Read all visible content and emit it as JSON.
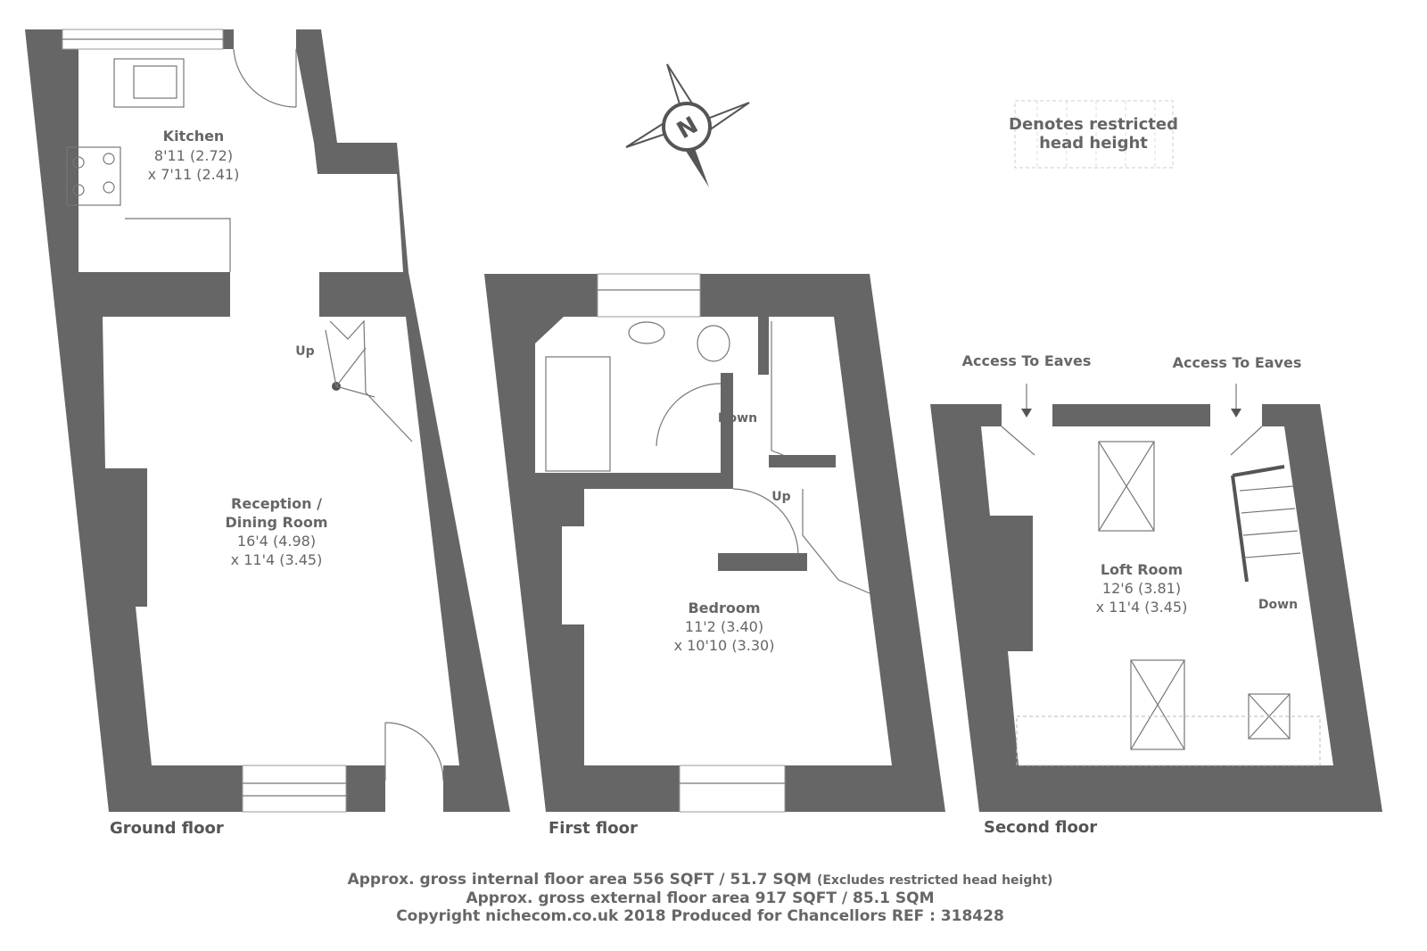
{
  "legend": {
    "line1": "Denotes restricted",
    "line2": "head height"
  },
  "compass": {
    "letter": "N"
  },
  "ground_floor": {
    "label": "Ground floor",
    "kitchen": {
      "name": "Kitchen",
      "dim1": "8'11 (2.72)",
      "dim2": "x 7'11 (2.41)"
    },
    "reception": {
      "name1": "Reception /",
      "name2": "Dining Room",
      "dim1": "16'4 (4.98)",
      "dim2": "x 11'4 (3.45)"
    },
    "stairs_label": "Up"
  },
  "first_floor": {
    "label": "First floor",
    "bedroom": {
      "name": "Bedroom",
      "dim1": "11'2 (3.40)",
      "dim2": "x 10'10 (3.30)"
    },
    "stairs_down": "Down",
    "stairs_up": "Up"
  },
  "second_floor": {
    "label": "Second floor",
    "loft": {
      "name": "Loft Room",
      "dim1": "12'6 (3.81)",
      "dim2": "x 11'4 (3.45)"
    },
    "eaves_left": "Access To Eaves",
    "eaves_right": "Access To Eaves",
    "stairs_down": "Down"
  },
  "footer": {
    "internal": "Approx. gross internal floor area 556 SQFT / 51.7 SQM",
    "internal_note": "(Excludes restricted head height)",
    "external": "Approx. gross external floor area 917 SQFT / 85.1 SQM",
    "copyright": "Copyright nichecom.co.uk 2018 Produced for Chancellors REF : 318428"
  },
  "colors": {
    "wall": "#666666",
    "text": "#666666"
  }
}
